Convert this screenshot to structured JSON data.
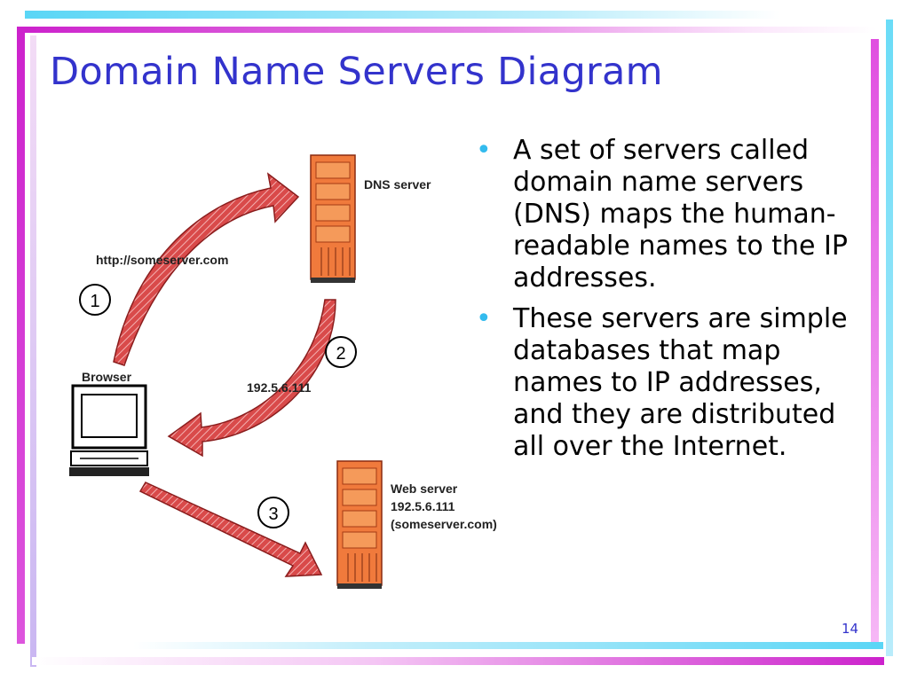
{
  "slide": {
    "title": "Domain Name Servers Diagram",
    "page_number": "14"
  },
  "diagram": {
    "dns_server_label": "DNS server",
    "url_label": "http://someserver.com",
    "step1": "1",
    "step2": "2",
    "step3": "3",
    "ip_label": "192.5.6.111",
    "browser_label": "Browser",
    "web_server_line1": "Web server",
    "web_server_line2": "192.5.6.111",
    "web_server_line3": "(someserver.com)"
  },
  "bullets": [
    "A set of servers called domain name servers (DNS) maps the human-readable names to the IP addresses.",
    "These servers are simple databases that map names to IP addresses, and they are distributed all over the Internet."
  ],
  "colors": {
    "title": "#3333cc",
    "bullet_dot": "#33bbee",
    "arrow_fill": "#d94a4a",
    "server_body": "#f07a3c"
  }
}
